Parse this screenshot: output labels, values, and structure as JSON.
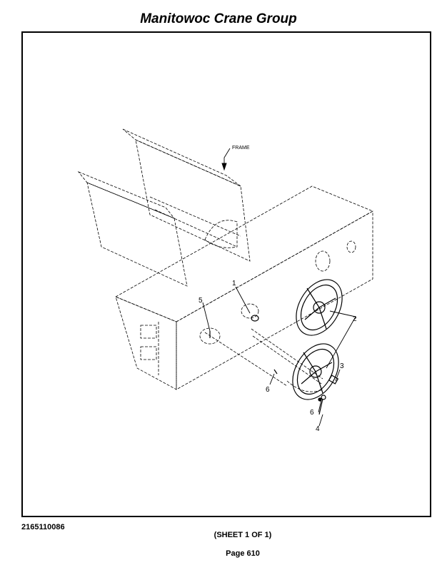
{
  "header": {
    "title": "Manitowoc Crane Group"
  },
  "diagram": {
    "frame_label": "FRAME",
    "callouts": {
      "c1": "1",
      "c2": "2",
      "c3": "3",
      "c4": "4",
      "c5": "5",
      "c6a": "6",
      "c6b": "6"
    }
  },
  "footer": {
    "part_number": "2165110086",
    "sheet": "(SHEET 1 OF 1)",
    "page": "Page 610"
  }
}
